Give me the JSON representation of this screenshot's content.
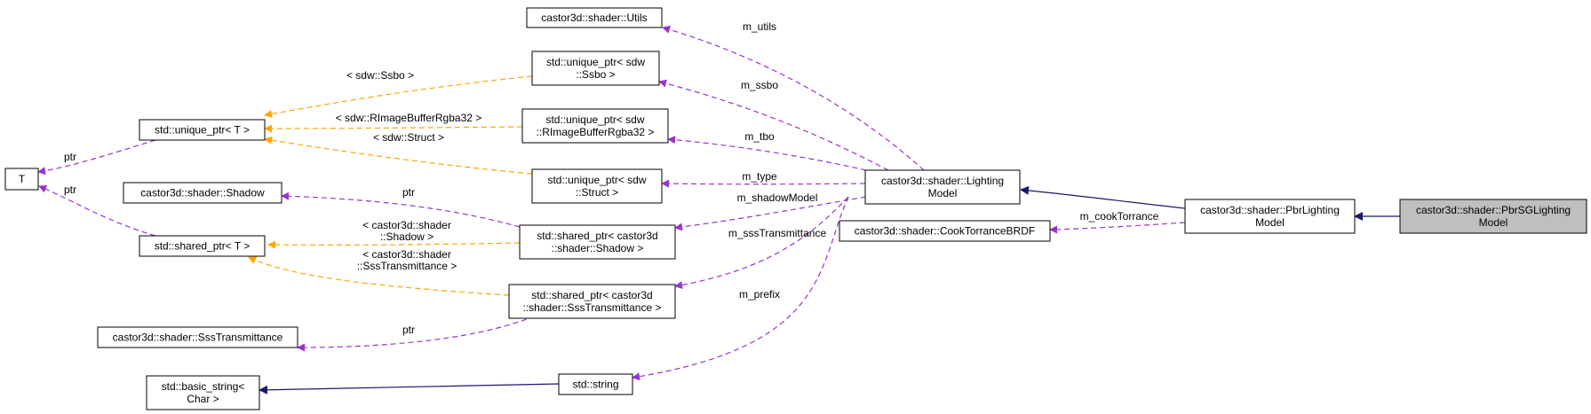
{
  "diagram": {
    "nodes": {
      "pbrsg": [
        "castor3d::shader::PbrSGLighting",
        "Model"
      ],
      "pbr": [
        "castor3d::shader::PbrLighting",
        "Model"
      ],
      "lighting": [
        "castor3d::shader::Lighting",
        "Model"
      ],
      "cook": [
        "castor3d::shader::CookTorranceBRDF"
      ],
      "utils": [
        "castor3d::shader::Utils"
      ],
      "up_ssbo": [
        "std::unique_ptr< sdw",
        "::Ssbo >"
      ],
      "up_rimage": [
        "std::unique_ptr< sdw",
        "::RImageBufferRgba32 >"
      ],
      "up_struct": [
        "std::unique_ptr< sdw",
        "::Struct >"
      ],
      "sp_shadow": [
        "std::shared_ptr< castor3d",
        "::shader::Shadow >"
      ],
      "sp_sss": [
        "std::shared_ptr< castor3d",
        "::shader::SssTransmittance >"
      ],
      "string": [
        "std::string"
      ],
      "unique_T": [
        "std::unique_ptr< T >"
      ],
      "shared_T": [
        "std::shared_ptr< T >"
      ],
      "T": [
        "T"
      ],
      "shadow": [
        "castor3d::shader::Shadow"
      ],
      "sss": [
        "castor3d::shader::SssTransmittance"
      ],
      "basic_string": [
        "std::basic_string<",
        "Char >"
      ]
    },
    "edge_labels": {
      "m_utils": [
        "m_utils"
      ],
      "m_ssbo": [
        "m_ssbo"
      ],
      "m_tbo": [
        "m_tbo"
      ],
      "m_type": [
        "m_type"
      ],
      "m_shadowModel": [
        "m_shadowModel"
      ],
      "m_sssTransmittance": [
        "m_sssTransmittance"
      ],
      "m_prefix": [
        "m_prefix"
      ],
      "m_cookTorrance": [
        "m_cookTorrance"
      ],
      "t_ssbo": [
        "< sdw::Ssbo >"
      ],
      "t_rimage": [
        "< sdw::RImageBufferRgba32 >"
      ],
      "t_struct": [
        "< sdw::Struct >"
      ],
      "t_shadow": [
        "< castor3d::shader",
        "::Shadow >"
      ],
      "t_sss": [
        "< castor3d::shader",
        "::SssTransmittance >"
      ],
      "ptr_unique": [
        "ptr"
      ],
      "ptr_shared": [
        "ptr"
      ],
      "ptr_shadow": [
        "ptr"
      ],
      "ptr_sss": [
        "ptr"
      ]
    }
  }
}
